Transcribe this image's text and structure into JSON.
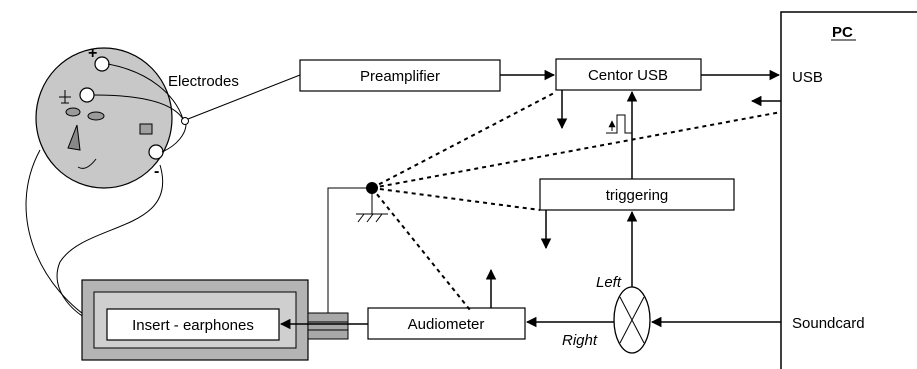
{
  "labels": {
    "pc": "PC",
    "usb": "USB",
    "soundcard": "Soundcard",
    "electrodes": "Electrodes",
    "preamplifier": "Preamplifier",
    "centor_usb": "Centor USB",
    "triggering": "triggering",
    "audiometer": "Audiometer",
    "insert_earphones": "Insert - earphones",
    "left": "Left",
    "right": "Right",
    "plus": "+",
    "minus": "-"
  },
  "colors": {
    "head_fill": "#c8c8c8",
    "face_feature_fill": "#9a9a9a",
    "enclosure_outer": "#b4b4b4",
    "enclosure_inner": "#cfcfcf",
    "connector_fill": "#a8a8a8",
    "line": "#000000"
  }
}
